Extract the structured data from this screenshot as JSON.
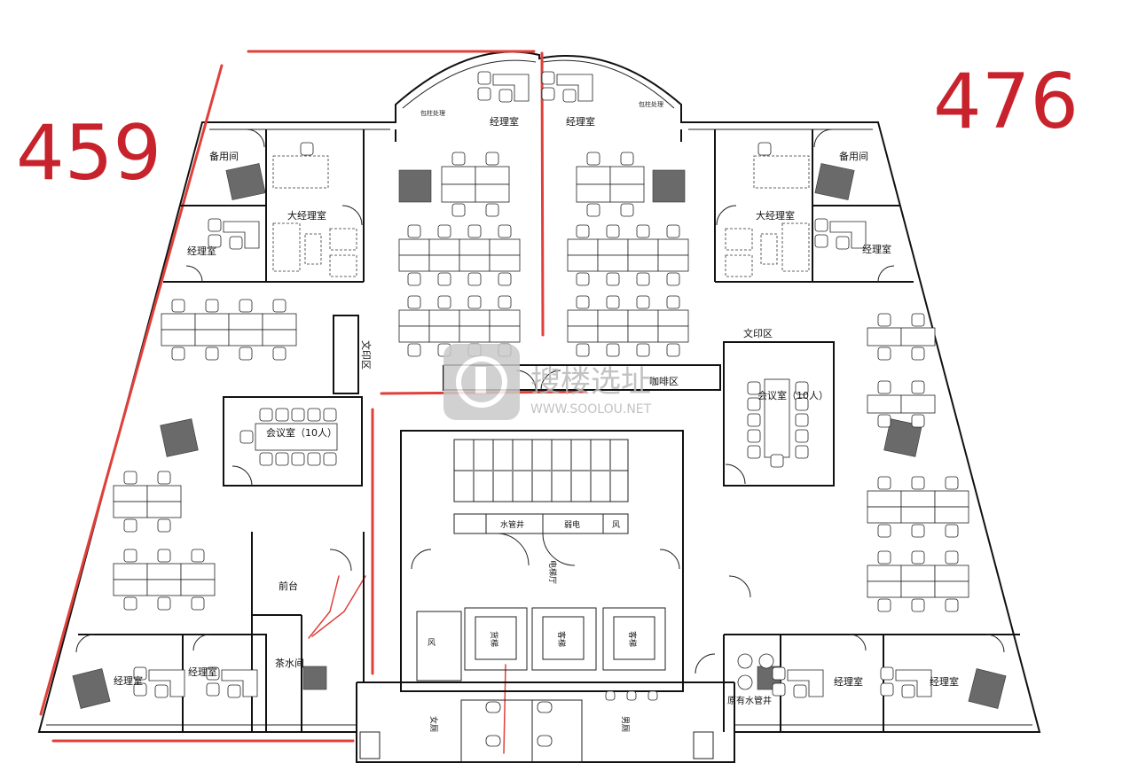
{
  "markers": {
    "left": "459",
    "right": "476"
  },
  "rooms": {
    "spare_left": "备用间",
    "spare_right": "备用间",
    "big_manager_left": "大经理室",
    "big_manager_right": "大经理室",
    "manager": "经理室",
    "meeting_left": "会议室（10人）",
    "meeting_right": "会议室（10人）",
    "print_left": "文印区",
    "print_right": "文印区",
    "coffee": "咖啡区",
    "reception": "前台",
    "tea": "茶水间",
    "water_shaft": "水管井",
    "weak_power": "弱电",
    "wind": "风",
    "elevator_hall": "电梯厅",
    "freight_elevator": "货梯",
    "passenger_elevator": "客梯",
    "female_wc": "女厕",
    "male_wc": "男厕",
    "original_water_shaft": "原有水管井",
    "column_note": "包柱处理"
  },
  "watermark": {
    "brand": "搜楼选址",
    "url": "WWW.SOOLOU.NET"
  },
  "colors": {
    "marker": "#c8232c",
    "markup_line": "#e0403a",
    "column": "#6a6a6a"
  }
}
